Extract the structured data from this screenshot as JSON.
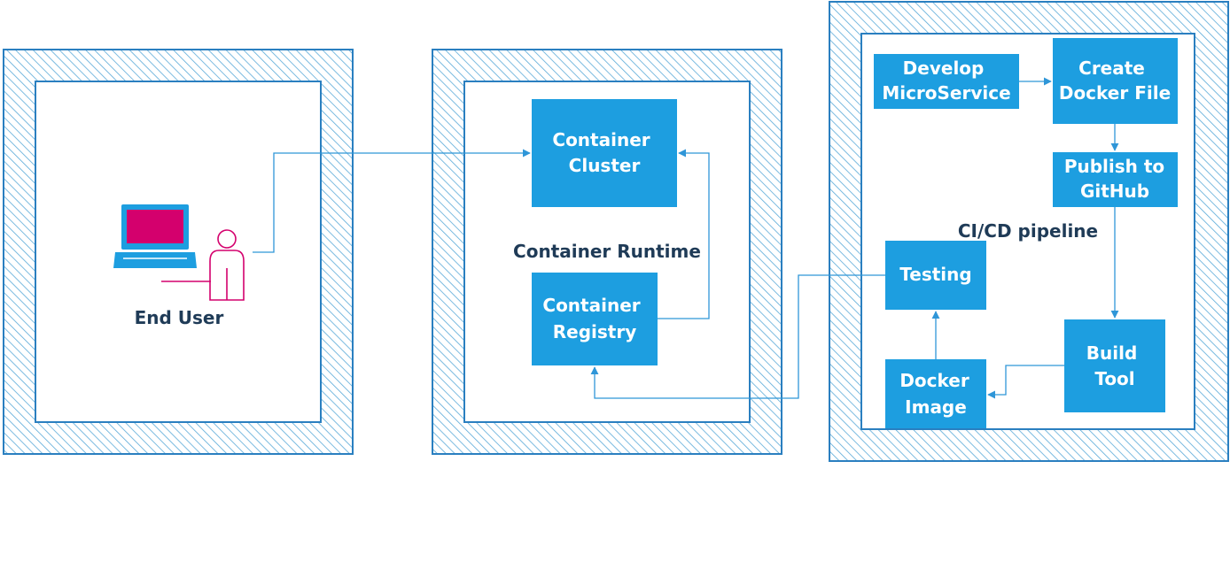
{
  "colors": {
    "hatch": "#5aaad8",
    "frame": "#2a7fc0",
    "node_fill": "#1d9ee0",
    "connector": "#2f96d8",
    "label": "#1f3b57",
    "laptop_screen": "#d4006d",
    "person": "#d4006d"
  },
  "panels": {
    "end_user": {
      "icons": [
        "laptop-icon",
        "person-icon"
      ],
      "label": "End User"
    },
    "runtime": {
      "label": "Container Runtime",
      "cluster": [
        "Container",
        "Cluster"
      ],
      "registry": [
        "Container",
        "Registry"
      ]
    },
    "pipeline": {
      "label": "CI/CD pipeline",
      "develop": [
        "Develop",
        "MicroService"
      ],
      "dockerfile": [
        "Create",
        "Docker File"
      ],
      "publish": [
        "Publish to",
        "GitHub"
      ],
      "build": [
        "Build",
        "Tool"
      ],
      "image": [
        "Docker",
        "Image"
      ],
      "testing": [
        "Testing"
      ]
    }
  }
}
